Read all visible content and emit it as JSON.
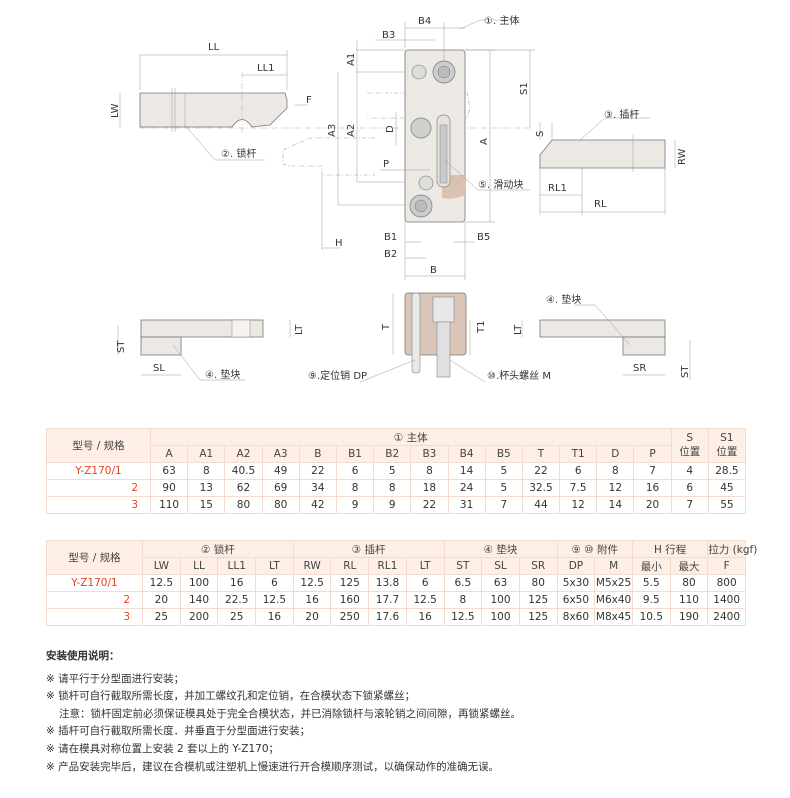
{
  "drawing": {
    "labels": {
      "LL": "LL",
      "LL1": "LL1",
      "LW": "LW",
      "F": "F",
      "lock_bar": "②. 锁杆",
      "B4": "B4",
      "B3": "B3",
      "main_body": "①. 主体",
      "A1": "A1",
      "A2": "A2",
      "A3": "A3",
      "D": "D",
      "P": "P",
      "A": "A",
      "S1": "S1",
      "B1": "B1",
      "B2": "B2",
      "B": "B",
      "B5": "B5",
      "H": "H",
      "slider": "⑤. 滑动块",
      "S": "S",
      "insert_bar": "③. 插杆",
      "RW": "RW",
      "RL1": "RL1",
      "RL": "RL",
      "ST": "ST",
      "SL": "SL",
      "pad_left": "④. 垫块",
      "LT": "LT",
      "T": "T",
      "T1": "T1",
      "pin": "⑨.定位销 DP",
      "screw": "⑩.杯头螺丝 M",
      "pad_right": "④. 垫块",
      "SR": "SR"
    }
  },
  "table1": {
    "model_header": "型号 / 规格",
    "group": "① 主体",
    "s_header": [
      "S",
      "位置"
    ],
    "s1_header": [
      "S1",
      "位置"
    ],
    "columns": [
      "A",
      "A1",
      "A2",
      "A3",
      "B",
      "B1",
      "B2",
      "B3",
      "B4",
      "B5",
      "T",
      "T1",
      "D",
      "P"
    ],
    "rows": [
      {
        "model": "Y-Z170/1",
        "values": [
          "63",
          "8",
          "40.5",
          "49",
          "22",
          "6",
          "5",
          "8",
          "14",
          "5",
          "22",
          "6",
          "8",
          "7",
          "4",
          "28.5"
        ]
      },
      {
        "model": "2",
        "values": [
          "90",
          "13",
          "62",
          "69",
          "34",
          "8",
          "8",
          "18",
          "24",
          "5",
          "32.5",
          "7.5",
          "12",
          "16",
          "6",
          "45"
        ]
      },
      {
        "model": "3",
        "values": [
          "110",
          "15",
          "80",
          "80",
          "42",
          "9",
          "9",
          "22",
          "31",
          "7",
          "44",
          "12",
          "14",
          "20",
          "7",
          "55"
        ]
      }
    ]
  },
  "table2": {
    "model_header": "型号 / 规格",
    "groups": [
      "② 锁杆",
      "③ 插杆",
      "④ 垫块",
      "⑨ ⑩ 附件",
      "H 行程",
      "拉力 (kgf)"
    ],
    "columns": [
      "LW",
      "LL",
      "LL1",
      "LT",
      "RW",
      "RL",
      "RL1",
      "LT",
      "ST",
      "SL",
      "SR",
      "DP",
      "M",
      "最小",
      "最大",
      "F"
    ],
    "rows": [
      {
        "model": "Y-Z170/1",
        "values": [
          "12.5",
          "100",
          "16",
          "6",
          "12.5",
          "125",
          "13.8",
          "6",
          "6.5",
          "63",
          "80",
          "5x30",
          "M5x25",
          "5.5",
          "80",
          "800"
        ]
      },
      {
        "model": "2",
        "values": [
          "20",
          "140",
          "22.5",
          "12.5",
          "16",
          "160",
          "17.7",
          "12.5",
          "8",
          "100",
          "125",
          "6x50",
          "M6x40",
          "9.5",
          "110",
          "1400"
        ]
      },
      {
        "model": "3",
        "values": [
          "25",
          "200",
          "25",
          "16",
          "20",
          "250",
          "17.6",
          "16",
          "12.5",
          "100",
          "125",
          "8x60",
          "M8x45",
          "10.5",
          "190",
          "2400"
        ]
      }
    ]
  },
  "notes": {
    "title": "安装使用说明：",
    "items": [
      "※ 请平行于分型面进行安装；",
      "※ 锁杆可自行截取所需长度，并加工螺纹孔和定位销，在合模状态下锁紧螺丝；",
      "注意：锁杆固定前必须保证模具处于完全合模状态，并已消除锁杆与滚轮销之间间隙，再锁紧螺丝。",
      "※ 插杆可自行截取所需长度．并垂直于分型面进行安装；",
      "※ 请在模具对称位置上安装 2 套以上的 Y-Z170；",
      "※ 产品安装完毕后，建议在合模机或注塑机上慢速进行开合模顺序测试，以确保动作的准确无误。"
    ]
  },
  "colors": {
    "accent": "#e5431f",
    "header_bg": "#fdeee6",
    "border": "#f2dcd0",
    "part": "#ece8e4"
  }
}
